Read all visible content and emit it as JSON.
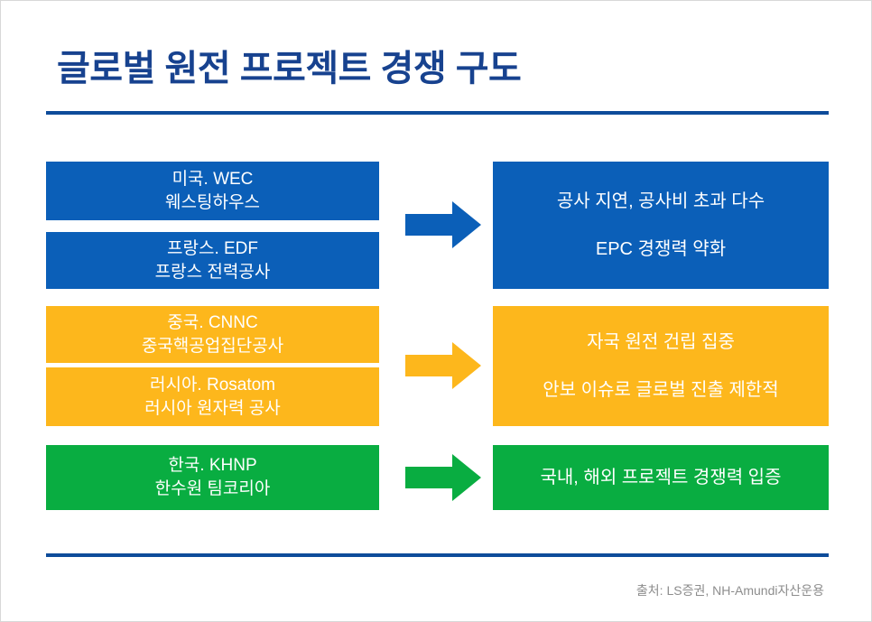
{
  "title": "글로벌 원전 프로젝트 경쟁 구도",
  "colors": {
    "blue": "#0b5fb8",
    "yellow": "#fdb71c",
    "green": "#09ad41",
    "title_navy": "#17428f",
    "rule_navy": "#0e4c9a",
    "source_gray": "#8d8d8d",
    "background": "#ffffff"
  },
  "groups": [
    {
      "color_key": "blue",
      "actors": [
        {
          "country_org": "미국. WEC",
          "org_name": "웨스팅하우스"
        },
        {
          "country_org": "프랑스. EDF",
          "org_name": "프랑스 전력공사"
        }
      ],
      "arrow": "arrow-right-icon",
      "outcome": [
        "공사 지연, 공사비 초과 다수",
        "EPC 경쟁력 약화"
      ]
    },
    {
      "color_key": "yellow",
      "actors": [
        {
          "country_org": "중국. CNNC",
          "org_name": "중국핵공업집단공사"
        },
        {
          "country_org": "러시아. Rosatom",
          "org_name": "러시아 원자력 공사"
        }
      ],
      "arrow": "arrow-right-icon",
      "outcome": [
        "자국 원전 건립 집중",
        "안보 이슈로 글로벌 진출 제한적"
      ]
    },
    {
      "color_key": "green",
      "actors": [
        {
          "country_org": "한국. KHNP",
          "org_name": "한수원 팀코리아"
        }
      ],
      "arrow": "arrow-right-icon",
      "outcome": [
        "국내, 해외 프로젝트 경쟁력 입증"
      ]
    }
  ],
  "source": "출처: LS증권, NH-Amundi자산운용"
}
